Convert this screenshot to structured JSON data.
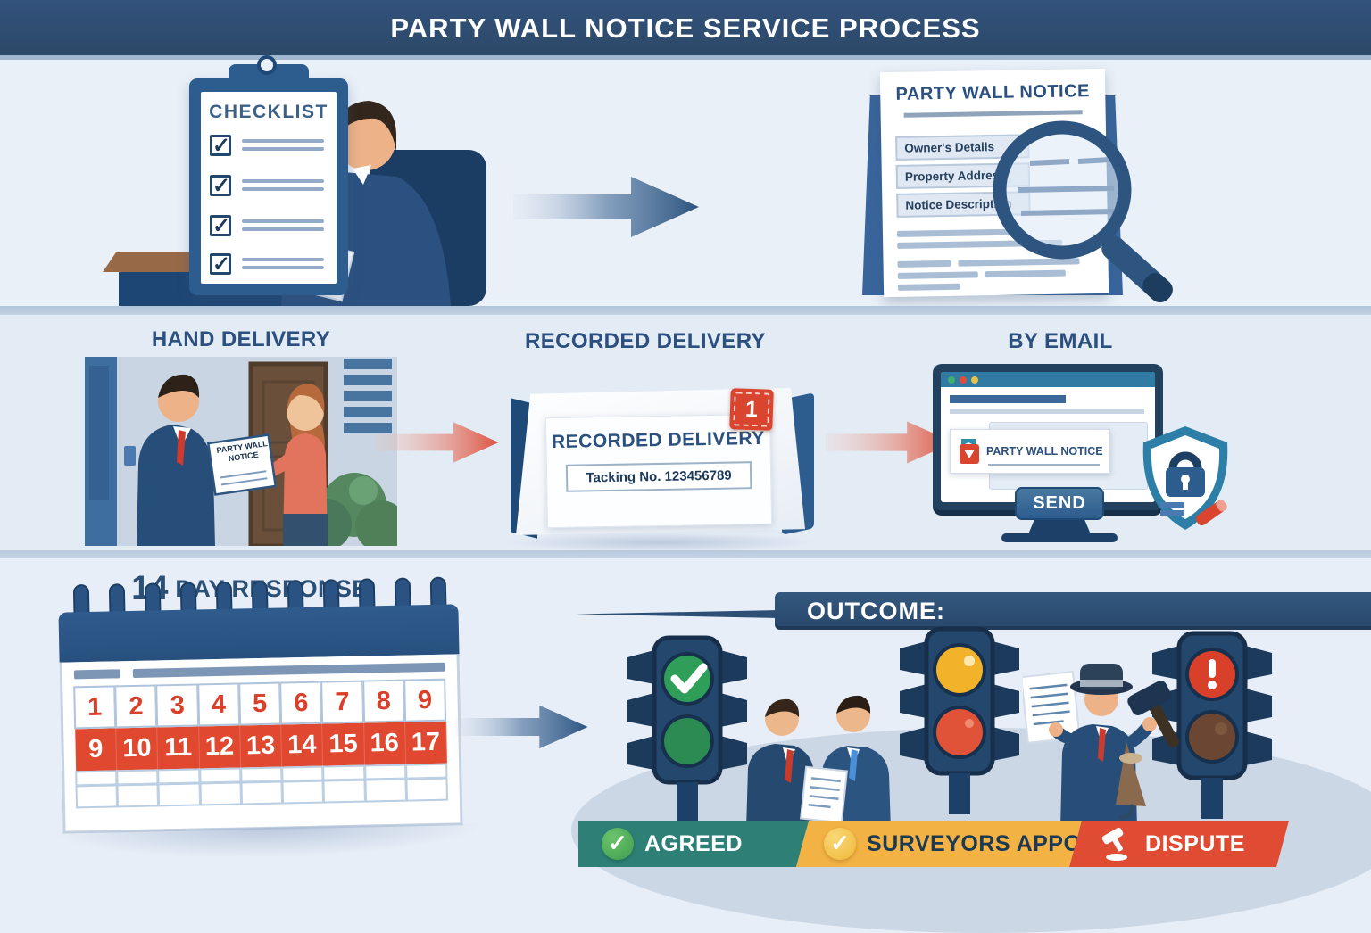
{
  "page": {
    "title_bar": "PARTY WALL NOTICE SERVICE PROCESS"
  },
  "colors": {
    "header_bg": "#2e4a6c",
    "accent_blue": "#2d5c8f",
    "heading_blue": "#2b4f7e",
    "arrow_red": "#dd5a41",
    "calendar_red": "#e0492f",
    "agreed_teal": "#2e8077",
    "surveyors_amber": "#f2b244",
    "dispute_red": "#df4b33"
  },
  "preparation": {
    "checklist": {
      "title": "CHECKLIST"
    },
    "notice_document": {
      "title": "PARTY WALL NOTICE",
      "fields": [
        "Owner's Details",
        "Property Address",
        "Notice Description"
      ]
    }
  },
  "service_methods": {
    "hand": {
      "heading": "HAND DELIVERY",
      "document_text": "PARTY WALL NOTICE"
    },
    "recorded": {
      "heading": "RECORDED DELIVERY",
      "envelope_title": "RECORDED DELIVERY",
      "tracking_number": "Tacking No. 123456789",
      "stamp_number": "1"
    },
    "email": {
      "heading": "BY EMAIL",
      "message_subject": "PARTY WALL NOTICE",
      "send_button": "SEND"
    }
  },
  "response_period": {
    "heading_number": "14",
    "heading_text": " DAY RESPONSE PERIOD",
    "calendar_week1": [
      "1",
      "2",
      "3",
      "4",
      "5",
      "6",
      "7",
      "8",
      "9"
    ],
    "calendar_week2": [
      "9",
      "10",
      "11",
      "12",
      "13",
      "14",
      "15",
      "16",
      "17"
    ]
  },
  "outcome": {
    "heading": "OUTCOME:",
    "results": [
      {
        "label": "AGREED"
      },
      {
        "label": "SURVEYORS APPOINTED"
      },
      {
        "label": "DISPUTE"
      }
    ]
  }
}
